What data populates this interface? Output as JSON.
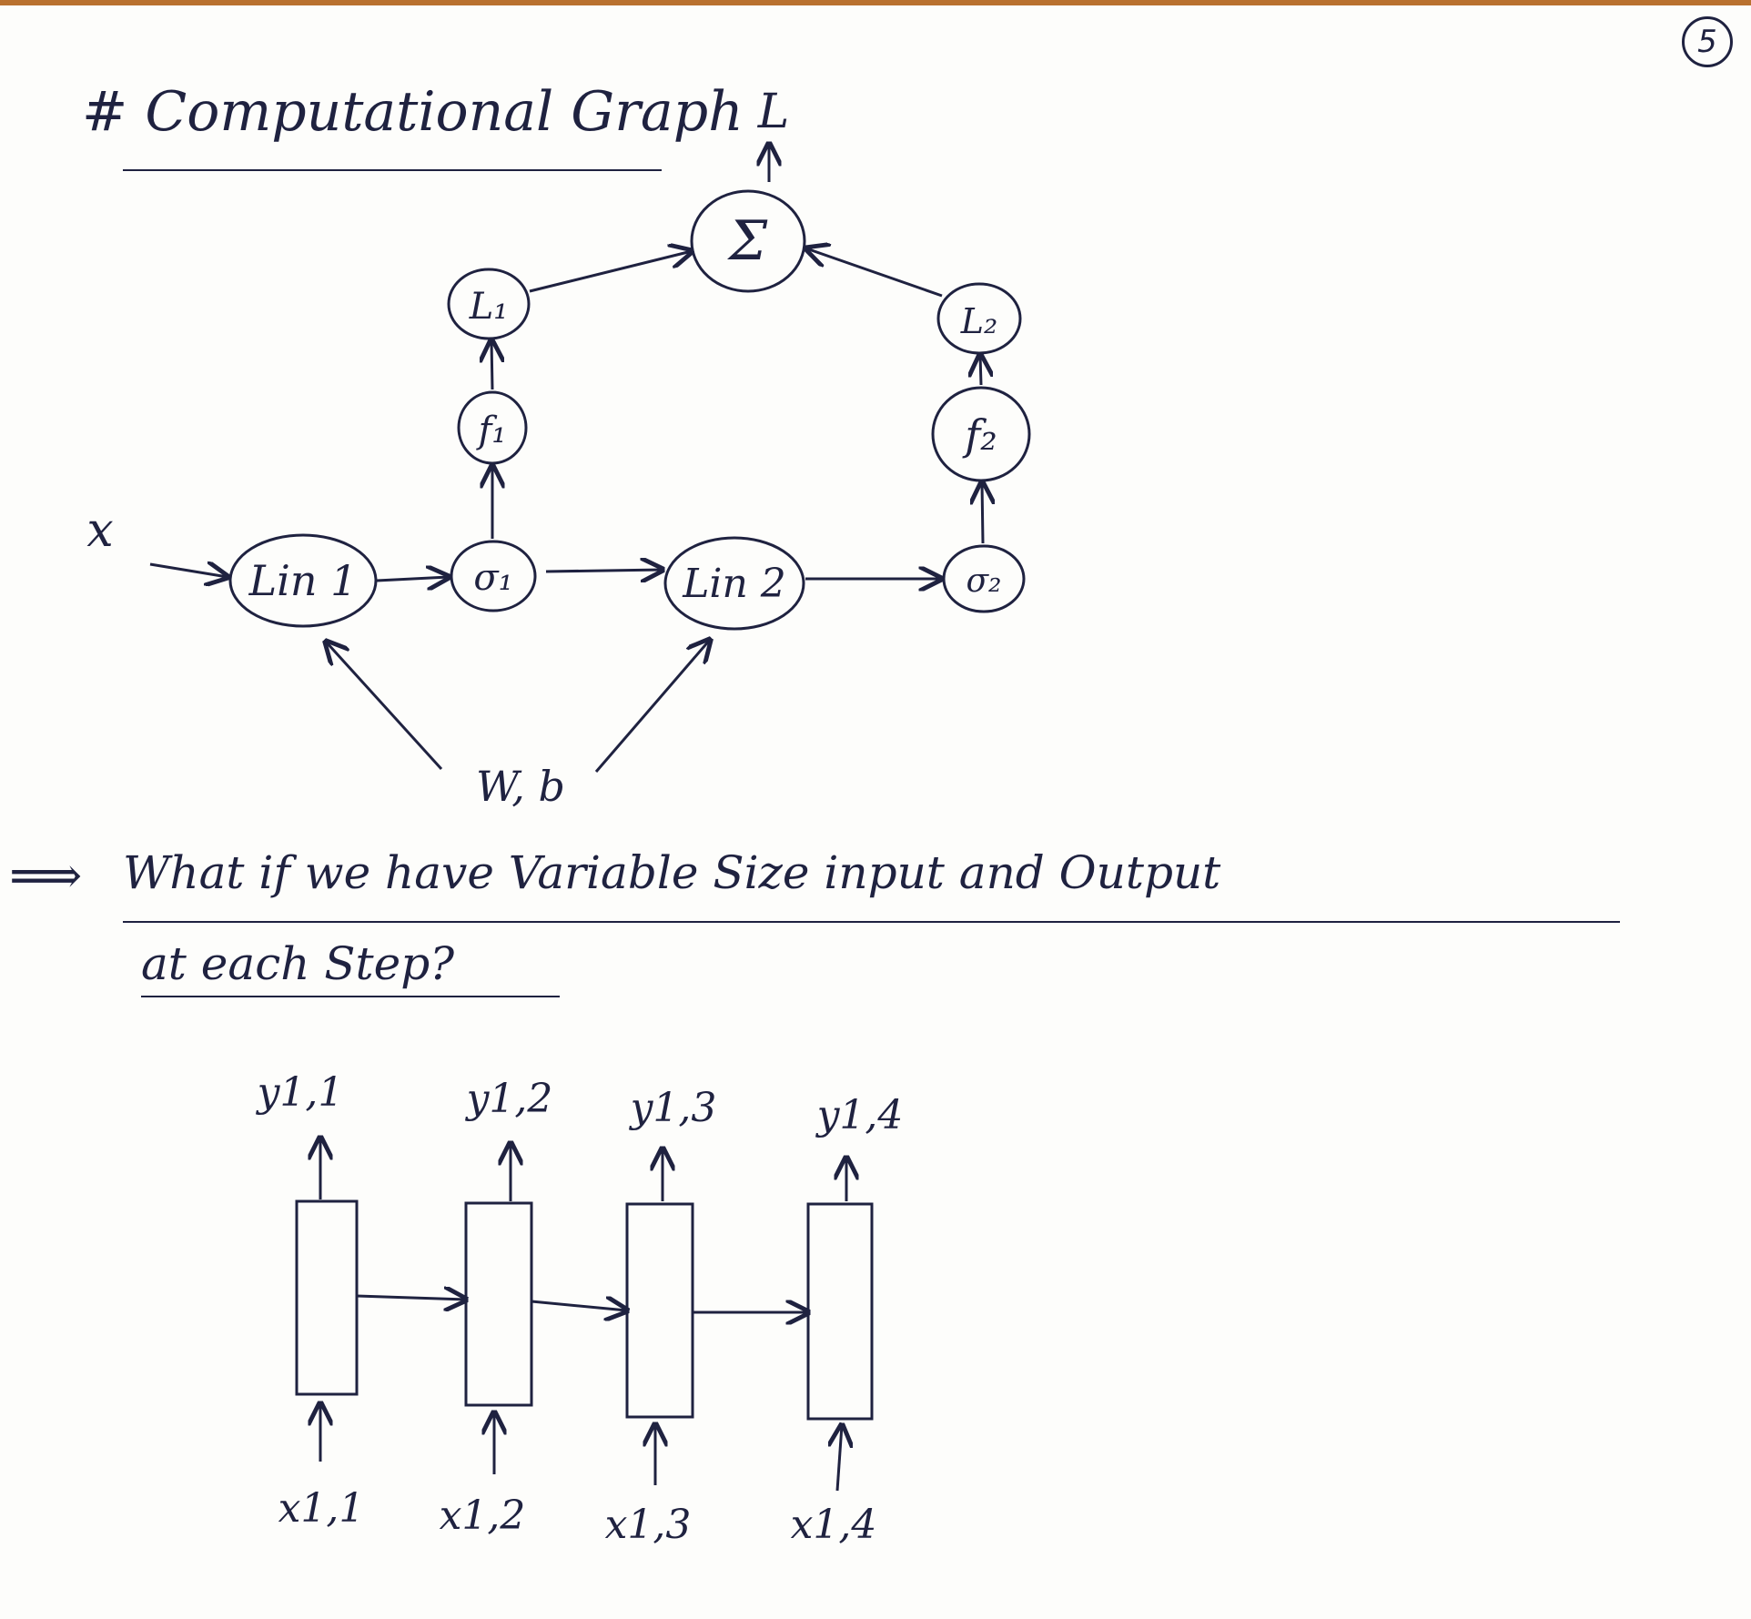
{
  "page_number": "5",
  "section1": {
    "heading": "# Computational Graph"
  },
  "graph": {
    "input_label": "x",
    "output_label": "L",
    "params_label": "W, b",
    "nodes": {
      "lin1": "Lin 1",
      "sigma1": "σ₁",
      "lin2": "Lin 2",
      "sigma2": "σ₂",
      "f1": "f₁",
      "f2": "f₂",
      "l1": "L₁",
      "l2": "L₂",
      "sum": "Σ"
    }
  },
  "section2": {
    "arrow": "⟹",
    "question_line1": "What if we have Variable Size input and Output",
    "question_line2": "at each Step?"
  },
  "rnn": {
    "outputs": [
      "y1,1",
      "y1,2",
      "y1,3",
      "y1,4"
    ],
    "inputs": [
      "x1,1",
      "x1,2",
      "x1,3",
      "x1,4"
    ]
  },
  "ink_color": "#1f2240",
  "accent_band_color": "#b9712f"
}
